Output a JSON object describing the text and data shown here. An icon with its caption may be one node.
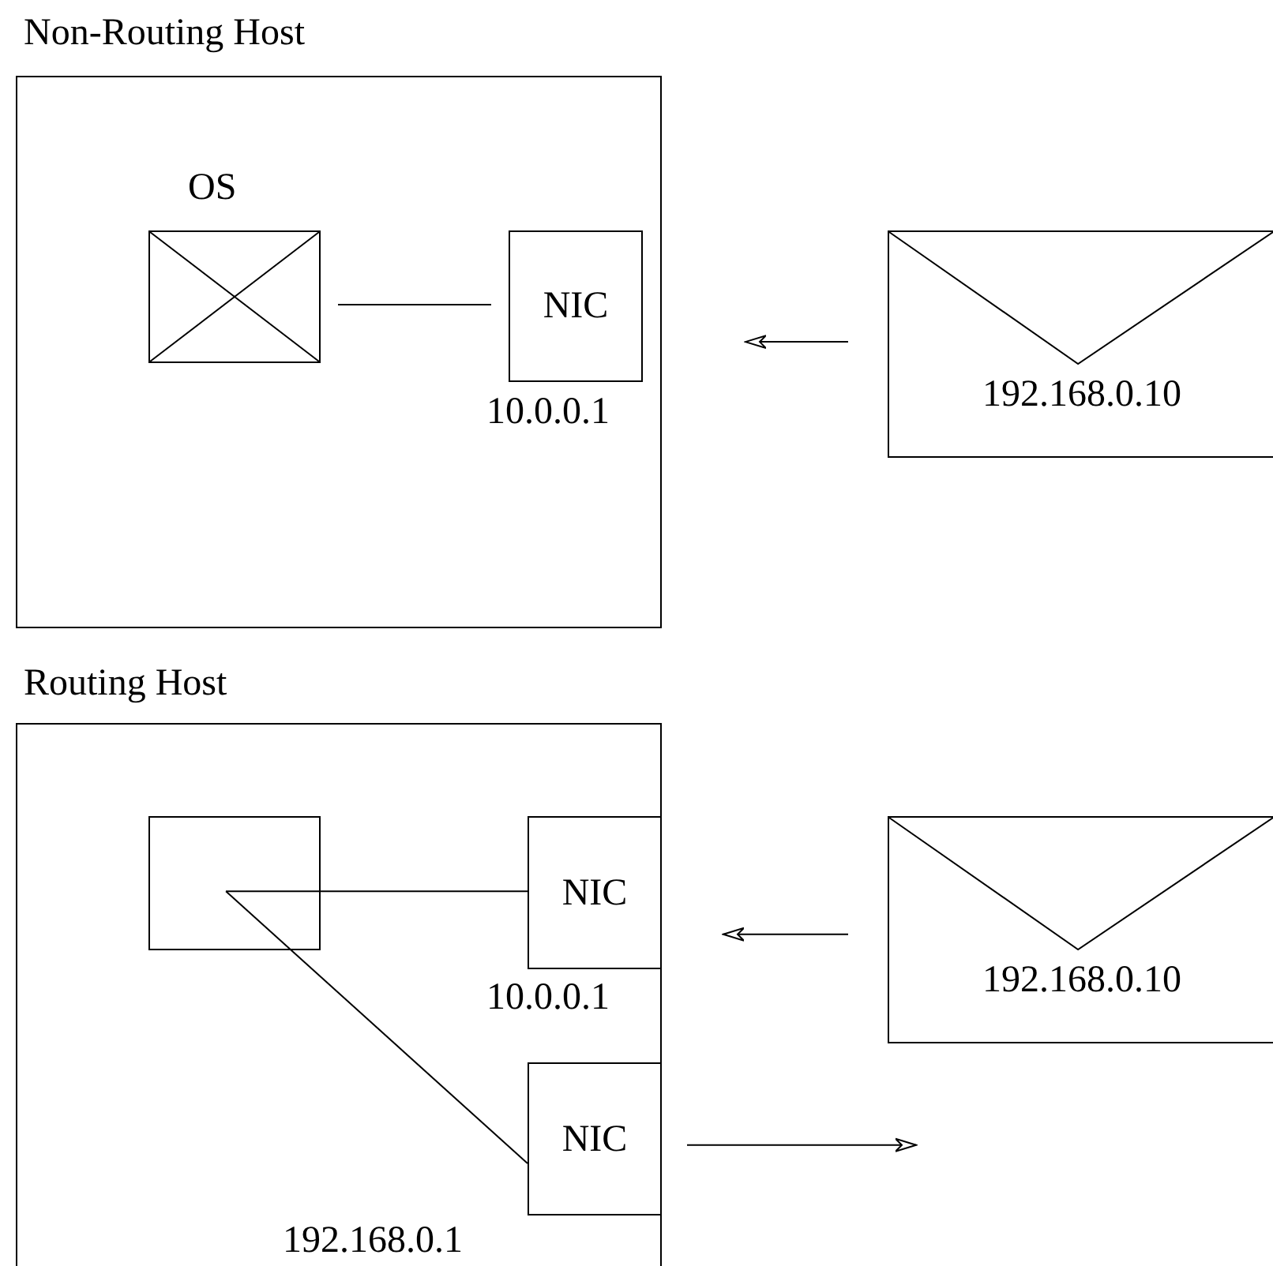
{
  "diagram": {
    "nodes": [
      {
        "text": [
          "Non-Routing Host"
        ]
      },
      {
        "text": [
          "OS"
        ],
        "in": 0
      },
      {
        "text": [
          "NIC"
        ],
        "in": 0,
        "beside": [
          "10.0.0.1"
        ]
      },
      {
        "text": [
          "192.168.0.10"
        ]
      },
      {
        "text": [
          "Routing Host"
        ]
      },
      {
        "text": [],
        "shape": "box",
        "in": 4
      },
      {
        "text": [
          "NIC"
        ],
        "in": 4,
        "beside": [
          "10.0.0.1"
        ]
      },
      {
        "text": [
          "NIC"
        ],
        "in": 4,
        "beside": [
          "192.168.0.1"
        ]
      },
      {
        "text": [
          "192.168.0.10"
        ]
      }
    ],
    "edges": [
      {
        "from": 1,
        "to": 2,
        "arrow": "none"
      },
      {
        "from": 3,
        "to": 2,
        "arrow": "to"
      },
      {
        "from": 5,
        "to": 6,
        "arrow": "none"
      },
      {
        "from": 5,
        "to": 7,
        "arrow": "none"
      },
      {
        "from": 8,
        "to": 6,
        "arrow": "to"
      },
      {
        "from": 7,
        "to": null,
        "arrow": "to"
      }
    ]
  }
}
